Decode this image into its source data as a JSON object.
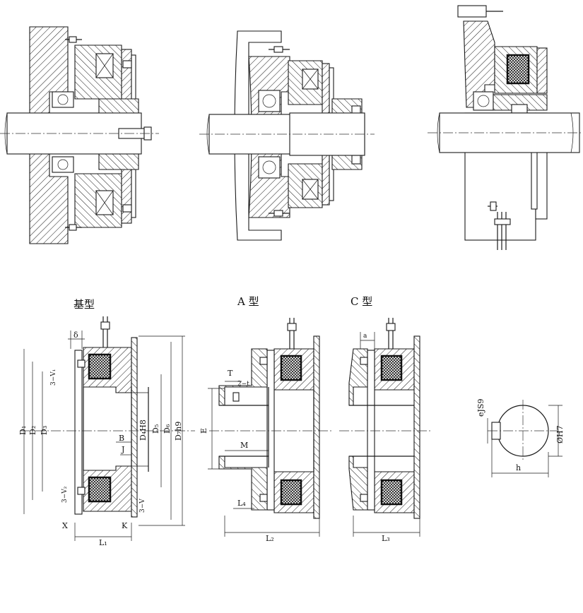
{
  "titles": {
    "base": "基型",
    "a": "A 型",
    "c": "C 型"
  },
  "dims": {
    "delta": "δ",
    "v1": "3−V₁",
    "v2": "3−V₂",
    "v": "3−V",
    "d1": "D₁",
    "d2": "D₂",
    "d3": "D₃",
    "d4": "D₄H8",
    "d5": "D₅",
    "d6": "D₆",
    "d7": "D₇h9",
    "b": "B",
    "j": "J",
    "x": "X",
    "k": "K",
    "l1": "L₁",
    "t": "T",
    "two_t": "2−t",
    "e": "E",
    "m": "M",
    "l4": "L₄",
    "l2": "L₂",
    "a": "a",
    "l3": "L₃",
    "ejs9": "eJS9",
    "dh7": "ØH7",
    "h": "h"
  }
}
